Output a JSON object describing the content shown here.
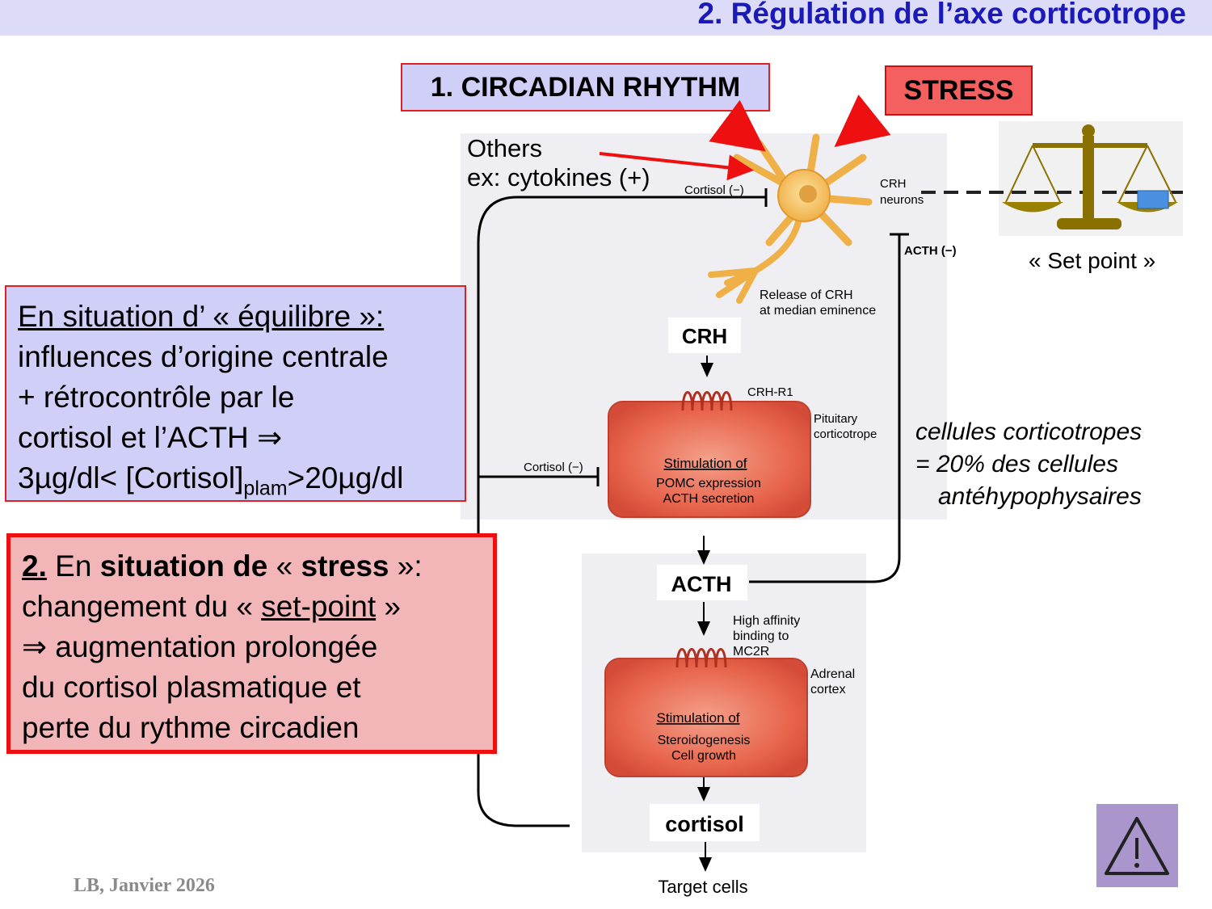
{
  "header": {
    "title": "2. Régulation de l’axe corticotrope"
  },
  "top_boxes": {
    "circadian": "1. CIRCADIAN RHYTHM",
    "stress": "STRESS"
  },
  "others": {
    "line1": "Others",
    "line2": "ex: cytokines (+)"
  },
  "equilibrium": {
    "line1": "En situation d’ « équilibre »:",
    "line2": "influences d’origine centrale",
    "line3": "+ rétrocontrôle par le",
    "line4_text": "cortisol et l’ACTH",
    "line4_symbol": "⇒",
    "line5_pre": "3µg/dl< [Cortisol]",
    "line5_sub": "plam",
    "line5_post": ">20µg/dl"
  },
  "stress_box": {
    "l1_num": "2.",
    "l1_en": " En ",
    "l1_bold1": "situation de",
    "l1_mid": " « ",
    "l1_bold2": "stress",
    "l1_end": " »:",
    "l2_pre": "changement du « ",
    "l2_u": "set-point",
    "l2_post": " »",
    "l3": "⇒ augmentation prolongée",
    "l4": "du cortisol plasmatique et",
    "l5": "perte du rythme circadien"
  },
  "diagram": {
    "cortisol_fb_top": "Cortisol (−)",
    "crh_neurons": [
      "CRH",
      "neurons"
    ],
    "acth_fb": "ACTH (−)",
    "release": [
      "Release of CRH",
      "at median eminence"
    ],
    "crh": "CRH",
    "crh_r1": "CRH-R1",
    "pituitary": [
      "Pituitary",
      "corticotrope"
    ],
    "cortisol_fb_mid": "Cortisol (−)",
    "pit_cell": [
      "Stimulation of",
      "POMC expression",
      "ACTH secretion"
    ],
    "acth": "ACTH",
    "binding": [
      "High affinity",
      "binding to",
      "MC2R"
    ],
    "adrenal": [
      "Adrenal",
      "cortex"
    ],
    "adr_cell": [
      "Stimulation of",
      "Steroidogenesis",
      "Cell growth"
    ],
    "cortisol": "cortisol",
    "target": "Target cells"
  },
  "cells_note": {
    "line1": "cellules corticotropes",
    "line2": "= 20% des cellules",
    "line3": "antéhypophysaires"
  },
  "set_point": "« Set point »",
  "footer": "LB, Janvier 2026",
  "warning_icon": "warning-triangle-icon",
  "colors": {
    "title": "#1a1ab8",
    "red": "#e02020",
    "lavender": "#cfcff8",
    "pink": "#f2b6b8",
    "neuron": "#f5c060",
    "cell": "#e8604c"
  }
}
